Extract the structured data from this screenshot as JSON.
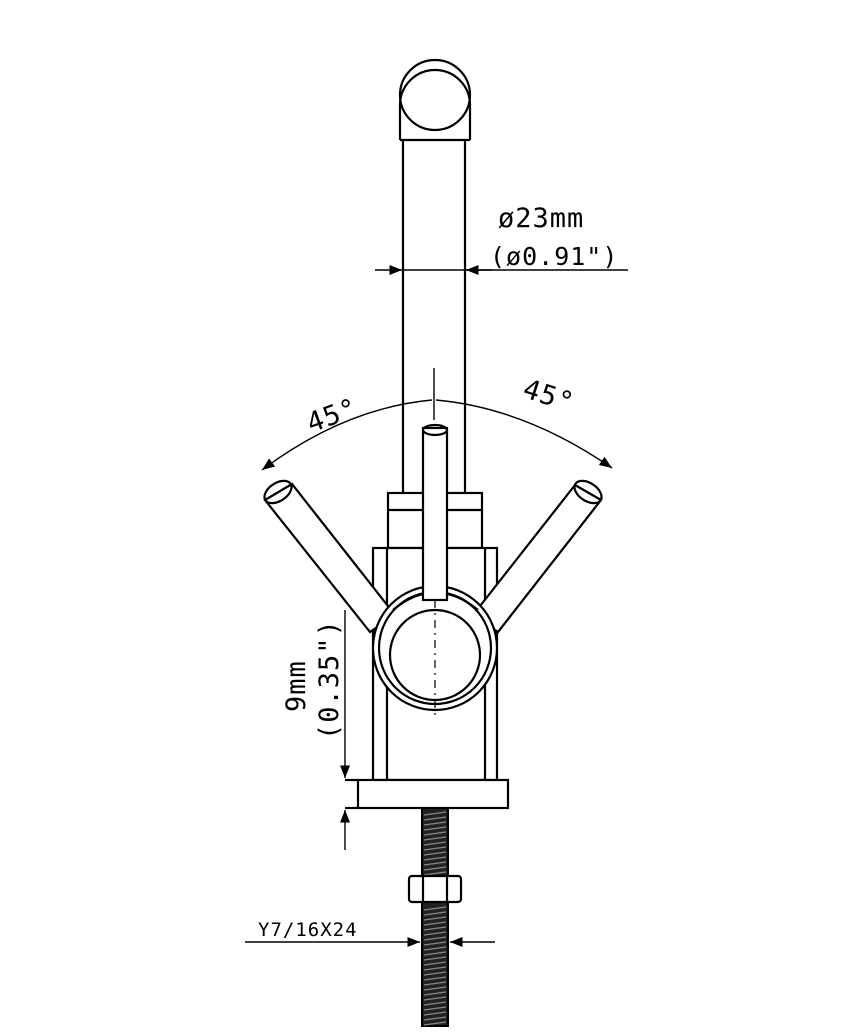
{
  "dimensions": {
    "spout_diameter_mm": "ø23mm",
    "spout_diameter_in": "(ø0.91\")",
    "angle_left": "45°",
    "angle_right": "45°",
    "deck_thickness_mm": "9mm",
    "deck_thickness_in": "(0.35\")",
    "thread_spec": "Y7/16X24"
  },
  "colors": {
    "line": "#000000",
    "background": "#ffffff"
  }
}
